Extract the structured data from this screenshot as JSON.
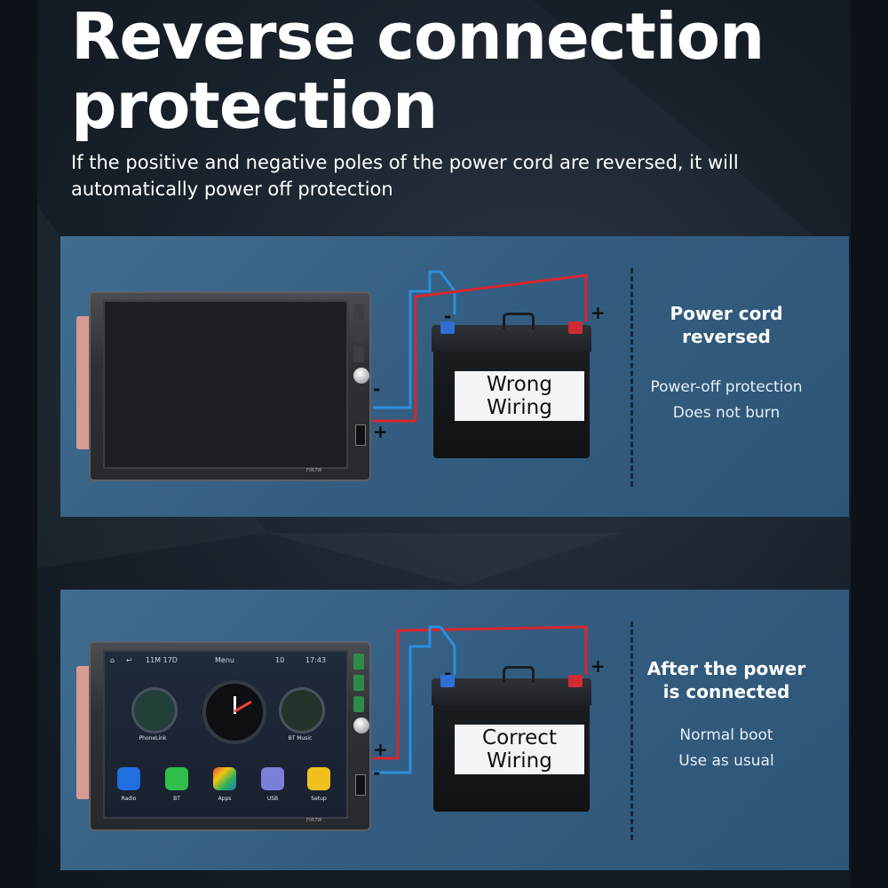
{
  "header": {
    "title": "Reverse connection protection",
    "subtitle": "If the positive and negative poles of the power cord are reversed, it will automatically power off protection"
  },
  "panels": [
    {
      "id": "wrong",
      "battery_label_line1": "Wrong",
      "battery_label_line2": "Wiring",
      "status_title_line1": "Power cord",
      "status_title_line2": "reversed",
      "status_line1": "Power-off protection",
      "status_line2": "Does not burn",
      "minus_sign": "-",
      "plus_sign": "+"
    },
    {
      "id": "correct",
      "battery_label_line1": "Correct",
      "battery_label_line2": "Wiring",
      "status_title_line1": "After the power",
      "status_title_line2": "is connected",
      "status_line1": "Normal boot",
      "status_line2": "Use as usual",
      "minus_sign": "-",
      "plus_sign": "+"
    }
  ],
  "head_unit": {
    "model": "F067W",
    "carplay": {
      "date": "11M 17D",
      "menu": "Menu",
      "signal": "10",
      "time": "17:43",
      "widgets": [
        "PhoneLink",
        "BT Music"
      ],
      "apps": [
        "Radio",
        "BT",
        "Apps",
        "USB",
        "Setup"
      ]
    }
  },
  "colors": {
    "panel": "#3a678c",
    "wire_red": "#d7262e",
    "wire_blue": "#2c8fe0",
    "terminal_neg": "#2f6fd1",
    "terminal_pos": "#d02a33"
  }
}
